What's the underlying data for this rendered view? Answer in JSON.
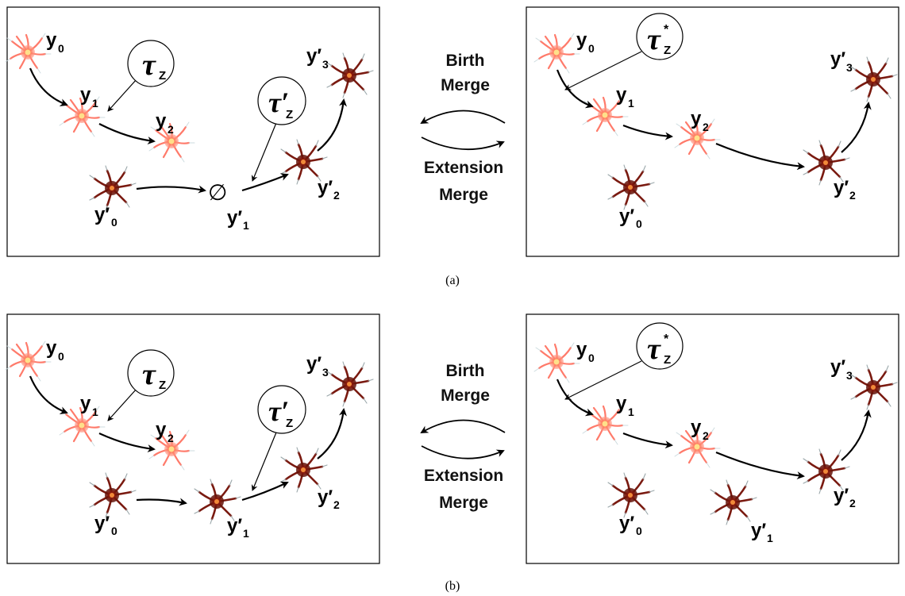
{
  "panels": [
    {
      "caption": "(a)",
      "middle": {
        "birth_label": "Birth",
        "birth_merge_label": "Merge",
        "extension_label": "Extension",
        "extension_merge_label": "Merge"
      },
      "left": {
        "tau_main": "τ",
        "tau_main_sub": "Z",
        "tau_prime": "τ′",
        "tau_prime_sub": "Z",
        "y0": "y",
        "y0_sub": "0",
        "y1": "y",
        "y1_sub": "1",
        "y2": "y",
        "y2_sub": "2",
        "yp0": "y′",
        "yp0_sub": "0",
        "yp1": "y′",
        "yp1_sub": "1",
        "yp2": "y′",
        "yp2_sub": "2",
        "yp3": "y′",
        "yp3_sub": "3",
        "empty_set": "∅"
      },
      "right": {
        "tau_star": "τ",
        "tau_star_sub": "Z",
        "tau_star_sup": "*",
        "y0": "y",
        "y0_sub": "0",
        "y1": "y",
        "y1_sub": "1",
        "y2": "y",
        "y2_sub": "2",
        "yp0": "y′",
        "yp0_sub": "0",
        "yp2": "y′",
        "yp2_sub": "2",
        "yp3": "y′",
        "yp3_sub": "3"
      }
    },
    {
      "caption": "(b)",
      "middle": {
        "birth_label": "Birth",
        "birth_merge_label": "Merge",
        "extension_label": "Extension",
        "extension_merge_label": "Merge"
      },
      "left": {
        "tau_main": "τ",
        "tau_main_sub": "Z",
        "tau_prime": "τ′",
        "tau_prime_sub": "Z",
        "y0": "y",
        "y0_sub": "0",
        "y1": "y",
        "y1_sub": "1",
        "y2": "y",
        "y2_sub": "2",
        "yp0": "y′",
        "yp0_sub": "0",
        "yp1": "y′",
        "yp1_sub": "1",
        "yp2": "y′",
        "yp2_sub": "2",
        "yp3": "y′",
        "yp3_sub": "3"
      },
      "right": {
        "tau_star": "τ",
        "tau_star_sub": "Z",
        "tau_star_sup": "*",
        "y0": "y",
        "y0_sub": "0",
        "y1": "y",
        "y1_sub": "1",
        "y2": "y",
        "y2_sub": "2",
        "yp0": "y′",
        "yp0_sub": "0",
        "yp1": "y′",
        "yp1_sub": "1",
        "yp2": "y′",
        "yp2_sub": "2",
        "yp3": "y′",
        "yp3_sub": "3"
      }
    }
  ],
  "colors": {
    "light_cell": "#ff6a5c",
    "dark_cell": "#8b1a0c",
    "cell_core": "#f6b33a",
    "frame": "#000000"
  }
}
